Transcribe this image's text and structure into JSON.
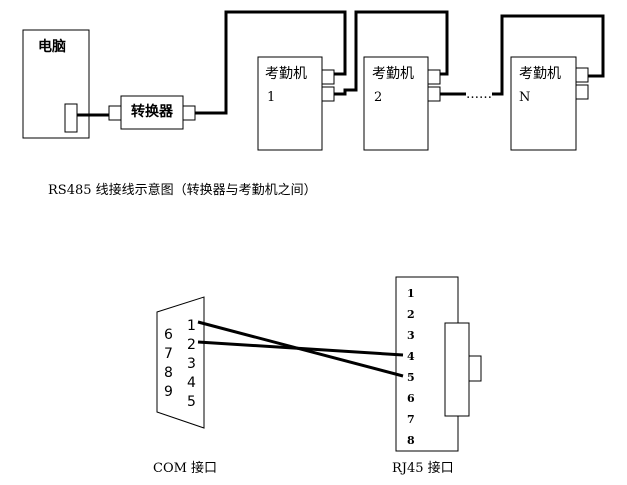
{
  "top_diagram": {
    "computer_label": "电脑",
    "converter_label": "转换器",
    "attendance_label": "考勤机",
    "machines": [
      {
        "label": "考勤机",
        "number": "1"
      },
      {
        "label": "考勤机",
        "number": "2"
      },
      {
        "label": "考勤机",
        "number": "N"
      }
    ],
    "ellipsis": "……",
    "caption": "RS485 线接线示意图（转换器与考勤机之间）"
  },
  "bottom_diagram": {
    "com_pins_left": [
      "6",
      "7",
      "8",
      "9"
    ],
    "com_pins_right": [
      "1",
      "2",
      "3",
      "4",
      "5"
    ],
    "com_caption": "COM 接口",
    "rj45_pins": [
      "1",
      "2",
      "3",
      "4",
      "5",
      "6",
      "7",
      "8"
    ],
    "rj45_caption": "RJ45 接口"
  }
}
